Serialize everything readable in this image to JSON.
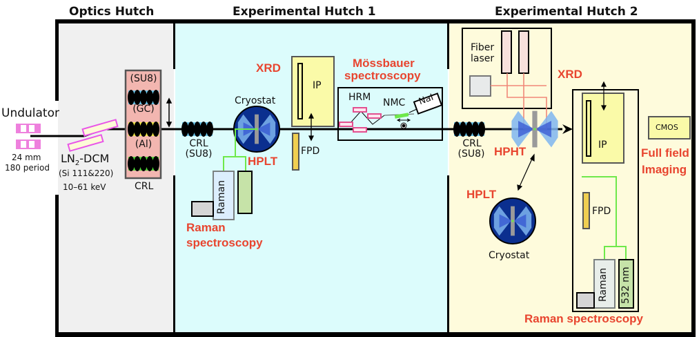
{
  "headers": {
    "optics_hutch": "Optics Hutch",
    "exp_hutch_1": "Experimental Hutch 1",
    "exp_hutch_2": "Experimental Hutch 2"
  },
  "source": {
    "label": "Undulator",
    "spec_line1": "24 mm",
    "spec_line2": "180 period"
  },
  "monochromator": {
    "label_main": "LN",
    "label_sub": "2",
    "label_rest": "-DCM",
    "crystals": "(Si 111&220)",
    "energy_range": "10–61 keV"
  },
  "crl_optics": {
    "label": "CRL",
    "lens_sets": [
      "(SU8)",
      "(GC)",
      "(Al)"
    ],
    "lens_colors": [
      "#6cc6ea",
      "#f2e84a",
      "#56d63c"
    ]
  },
  "hutch1": {
    "crl_label": "CRL",
    "crl_material": "(SU8)",
    "cryostat_label": "Cryostat",
    "hplt_label": "HPLT",
    "xrd_label": "XRD",
    "ip_label": "IP",
    "fpd_label": "FPD",
    "raman_box_label": "Raman",
    "raman_title_line1": "Raman",
    "raman_title_line2": "spectroscopy",
    "mossbauer_title_line1": "Mössbauer",
    "mossbauer_title_line2": "spectroscopy",
    "hrm_label": "HRM",
    "nmc_label": "NMC",
    "detector_label": "NaI"
  },
  "hutch2": {
    "fiber_laser_line1": "Fiber",
    "fiber_laser_line2": "laser",
    "xrd_label": "XRD",
    "crl_label": "CRL",
    "crl_material": "(SU8)",
    "hpht_label": "HPHT",
    "hplt_label": "HPLT",
    "cryostat_label": "Cryostat",
    "ip_label": "IP",
    "fpd_label": "FPD",
    "cmos_label": "CMOS",
    "imaging_line1": "Full field",
    "imaging_line2": "Imaging",
    "raman_box_label": "Raman",
    "laser_label": "532 nm",
    "raman_title": "Raman spectroscopy"
  },
  "colors": {
    "optics_bg": "#f0f0f0",
    "hutch1_bg": "#dcfcfc",
    "hutch2_bg": "#fefbdc",
    "label_red": "#e8452f",
    "laser_green": "#6ee84a",
    "fiber_red": "#f08878",
    "cryostat_blue": "#0b2f8f"
  }
}
